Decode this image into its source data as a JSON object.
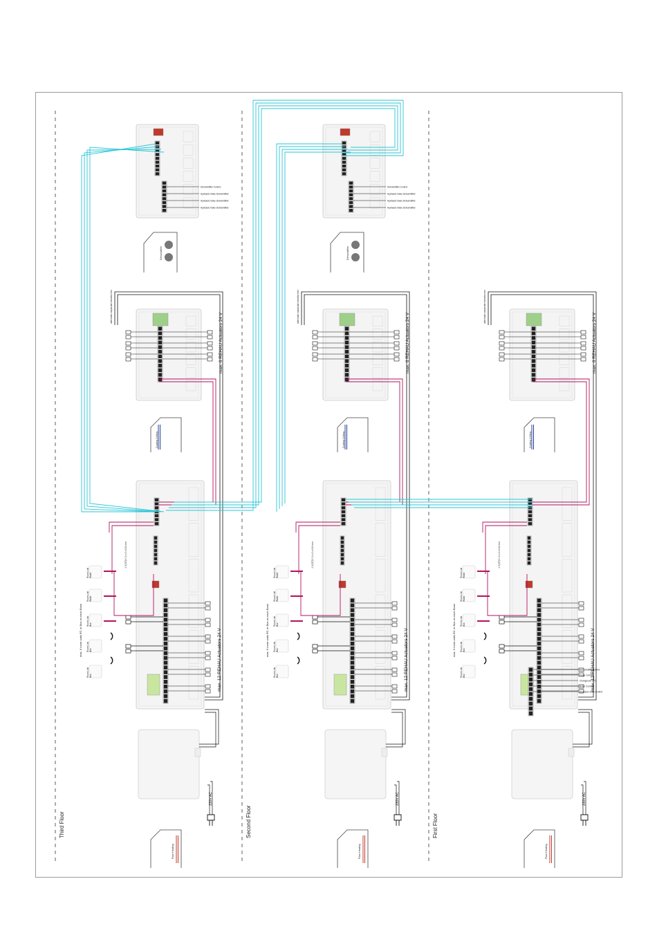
{
  "floors": [
    {
      "name": "Third Floor",
      "power_label": "230V AC",
      "actuators_12": "max. 12 REHAU Actuators 24 V",
      "actuators_6": "max. 6 REHAU Actuators 24 V",
      "rooms_note": "max. 6 room units RC or Bus on each Base",
      "cable_note": "J-Y(ST)Y 2 x 2 x 0.8 mm",
      "transformer_note": "alternativ separate transformer",
      "heating_label": "Floor Heating",
      "cooling_label": "Cooling Ceiling",
      "dehumid_label": "Dehumidifier",
      "room_units": [
        {
          "l1": "Room Unit",
          "l2": "Bus"
        },
        {
          "l1": "Room Unit",
          "l2": "Bus"
        },
        {
          "l1": "Room Unit",
          "l2": "Bus"
        },
        {
          "l1": "Room Unit",
          "l2": "Radio"
        },
        {
          "l1": "Room Unit",
          "l2": "Radio"
        }
      ],
      "valve_outputs": []
    },
    {
      "name": "Second Floor",
      "power_label": "230V AC",
      "actuators_12": "max. 12 REHAU Actuators 24 V",
      "actuators_6": "max. 6 REHAU Actuators 24 V",
      "rooms_note": "max. 6 room units RC or Bus on each Base",
      "cable_note": "J-Y(ST)Y 2 x 2 x 0.8 mm",
      "transformer_note": "alternativ separate transformer",
      "heating_label": "Floor Heating",
      "cooling_label": "Cooling Ceiling",
      "dehumid_label": "Dehumidifier",
      "room_units": [
        {
          "l1": "Room Unit",
          "l2": "Bus"
        },
        {
          "l1": "Room Unit",
          "l2": "Bus"
        },
        {
          "l1": "Room Unit",
          "l2": "Bus"
        },
        {
          "l1": "Room Unit",
          "l2": "Radio"
        },
        {
          "l1": "Room Unit",
          "l2": "Radio"
        }
      ],
      "valve_outputs": []
    },
    {
      "name": "First Floor",
      "power_label": "230V AC",
      "actuators_12": "max. 12 REHAU Actuators 24 V",
      "actuators_6": "max. 6 REHAU Actuators 24 V",
      "rooms_note": "max. 6 room units RC or Bus on each Base",
      "cable_note": "J-Y(ST)Y 2 x 2 x 0.8 mm",
      "transformer_note": "alternativ separate transformer",
      "heating_label": "Floor Heating",
      "cooling_label": "Cooling Ceiling",
      "dehumid_label": "",
      "room_units": [
        {
          "l1": "Room Unit",
          "l2": "Bus"
        },
        {
          "l1": "Room Unit",
          "l2": "Bus"
        },
        {
          "l1": "Room Unit",
          "l2": "Bus"
        },
        {
          "l1": "Room Unit",
          "l2": "Radio"
        },
        {
          "l1": "Room Unit",
          "l2": "Radio"
        }
      ],
      "valve_outputs": [
        "Dehumidifier Control",
        "Pump Control",
        "Changeover H/C",
        "Boiler Control",
        "Hydraulic Valve Control"
      ]
    }
  ],
  "dehumid_outputs": [
    "Dehumidifier Control",
    "Hydraulic Valve Dehumidifier",
    "Hydraulic Valve Dehumidifier",
    "Hydraulic Valve Dehumidifier"
  ],
  "colors": {
    "bus": "#29c6d6",
    "signal": "#b0125c",
    "wire": "#111111",
    "frame": "#9a9a9a",
    "heating": "#c0392b",
    "cooling": "#1f3d99"
  }
}
